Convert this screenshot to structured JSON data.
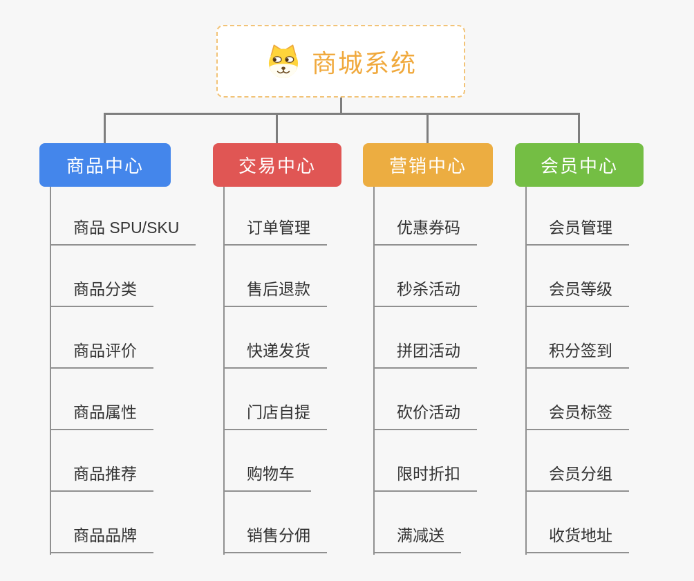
{
  "root": {
    "title": "商城系统",
    "icon": "dog-face-icon",
    "title_color": "#f0a93d",
    "border_color": "#f2c377"
  },
  "connector_color": "#7e7e7e",
  "branches": [
    {
      "label": "商品中心",
      "color": "#4486eb",
      "items": [
        "商品 SPU/SKU",
        "商品分类",
        "商品评价",
        "商品属性",
        "商品推荐",
        "商品品牌"
      ]
    },
    {
      "label": "交易中心",
      "color": "#e05654",
      "items": [
        "订单管理",
        "售后退款",
        "快递发货",
        "门店自提",
        "购物车",
        "销售分佣"
      ]
    },
    {
      "label": "营销中心",
      "color": "#ecad41",
      "items": [
        "优惠券码",
        "秒杀活动",
        "拼团活动",
        "砍价活动",
        "限时折扣",
        "满减送"
      ]
    },
    {
      "label": "会员中心",
      "color": "#74be44",
      "items": [
        "会员管理",
        "会员等级",
        "积分签到",
        "会员标签",
        "会员分组",
        "收货地址"
      ]
    }
  ]
}
